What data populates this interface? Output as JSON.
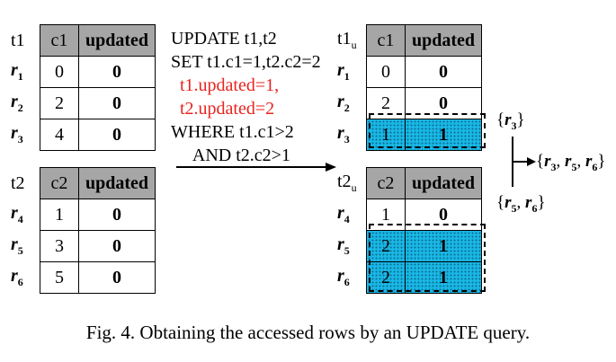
{
  "sql": {
    "line1": "UPDATE t1,t2",
    "line2": "SET t1.c1=1,t2.c2=2",
    "line3": "t1.updated=1,",
    "line4": "t2.updated=2",
    "line5": "WHERE t1.c1>2",
    "line6": "AND t2.c2>1"
  },
  "tables": {
    "t1": {
      "name": "t1",
      "cols": [
        "c1",
        "updated"
      ],
      "rows": [
        {
          "r": "r",
          "i": "1",
          "c": "0",
          "u": "0"
        },
        {
          "r": "r",
          "i": "2",
          "c": "2",
          "u": "0"
        },
        {
          "r": "r",
          "i": "3",
          "c": "4",
          "u": "0"
        }
      ]
    },
    "t2": {
      "name": "t2",
      "cols": [
        "c2",
        "updated"
      ],
      "rows": [
        {
          "r": "r",
          "i": "4",
          "c": "1",
          "u": "0"
        },
        {
          "r": "r",
          "i": "5",
          "c": "3",
          "u": "0"
        },
        {
          "r": "r",
          "i": "6",
          "c": "5",
          "u": "0"
        }
      ]
    },
    "t1u": {
      "name": "t1",
      "sub": "u",
      "cols": [
        "c1",
        "updated"
      ],
      "rows": [
        {
          "r": "r",
          "i": "1",
          "c": "0",
          "u": "0"
        },
        {
          "r": "r",
          "i": "2",
          "c": "2",
          "u": "0"
        },
        {
          "r": "r",
          "i": "3",
          "c": "1",
          "u": "1"
        }
      ]
    },
    "t2u": {
      "name": "t2",
      "sub": "u",
      "cols": [
        "c2",
        "updated"
      ],
      "rows": [
        {
          "r": "r",
          "i": "4",
          "c": "1",
          "u": "0"
        },
        {
          "r": "r",
          "i": "5",
          "c": "2",
          "u": "1"
        },
        {
          "r": "r",
          "i": "6",
          "c": "2",
          "u": "1"
        }
      ]
    }
  },
  "sets": {
    "s1": [
      "3"
    ],
    "s2": [
      "5",
      "6"
    ],
    "s3": [
      "3",
      "5",
      "6"
    ]
  },
  "caption": "Fig. 4.  Obtaining the accessed rows by an UPDATE query.",
  "colors": {
    "header": "#a6a6a6",
    "highlight": "#19b8e6",
    "red": "#e8241f"
  }
}
